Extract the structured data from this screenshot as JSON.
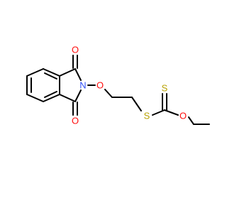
{
  "colors": {
    "bond": "#000000",
    "oxygen": "#ff0d0d",
    "nitrogen": "#3050f8",
    "sulfur": "#b8a200",
    "background": "#ffffff"
  },
  "atoms": {
    "o_top": "O",
    "n": "N",
    "o_bottom": "O",
    "o_ether": "O",
    "s_thioether": "S",
    "s_thione": "S",
    "o_ester": "O"
  }
}
